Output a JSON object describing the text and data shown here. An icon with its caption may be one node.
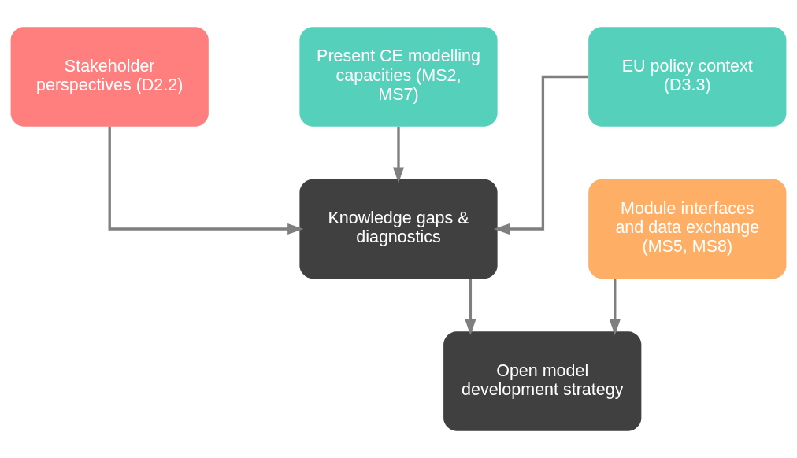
{
  "diagram": {
    "nodes": [
      {
        "text": [
          "Stakeholder perspectives (D2.2)"
        ]
      },
      {
        "text": [
          "Present CE modelling capacities (MS2, MS7)"
        ]
      },
      {
        "text": [
          "EU policy context (D3.3)"
        ]
      },
      {
        "text": [
          "Module interfaces and data exchange (MS5, MS8)"
        ]
      },
      {
        "text": [
          "Knowledge gaps & diagnostics"
        ]
      },
      {
        "text": [
          "Open model development strategy"
        ]
      }
    ],
    "edges": [
      {
        "from": 0,
        "to": 4,
        "arrow": "to"
      },
      {
        "from": 1,
        "to": 4,
        "arrow": "to"
      },
      {
        "from": 2,
        "to": 4,
        "arrow": "to"
      },
      {
        "from": 3,
        "to": 5,
        "arrow": "to"
      },
      {
        "from": 4,
        "to": 5,
        "arrow": "to"
      }
    ]
  }
}
